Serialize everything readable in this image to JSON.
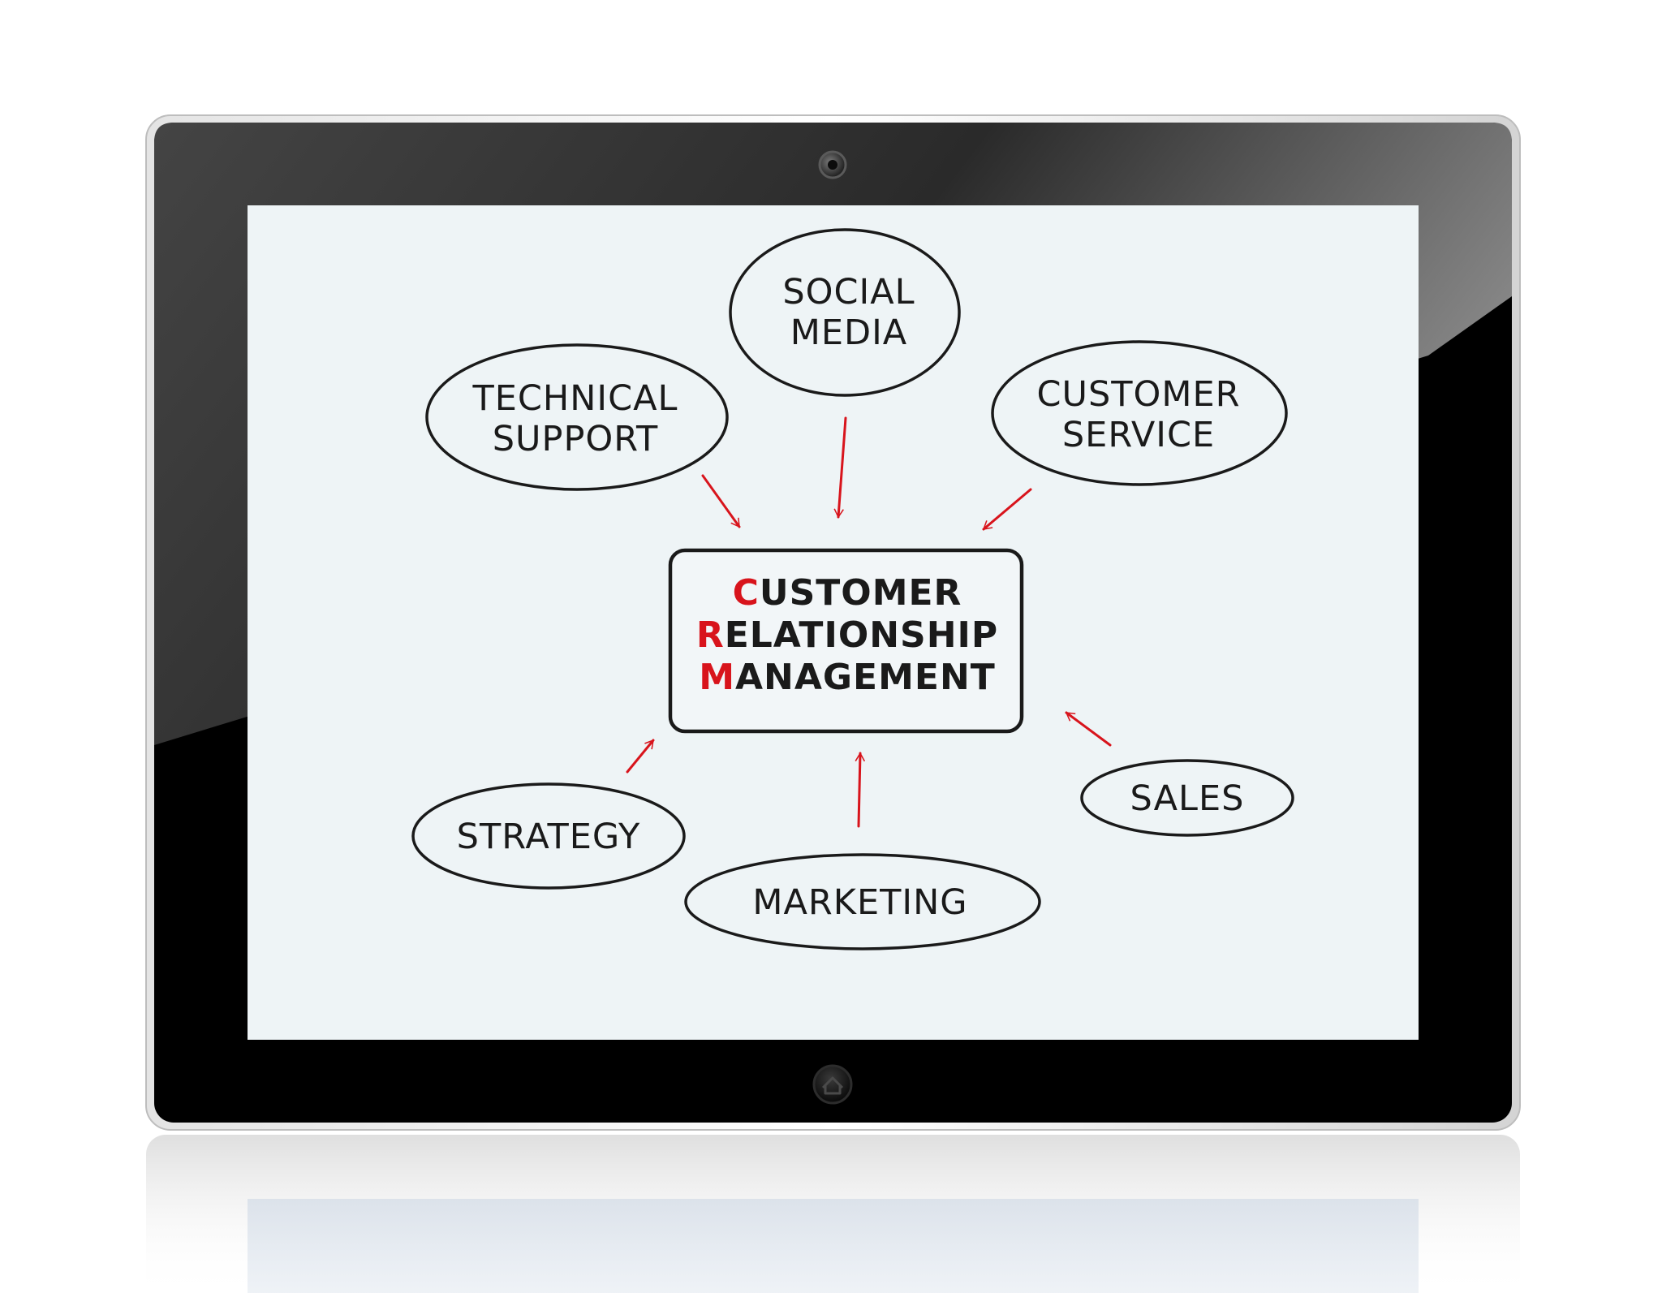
{
  "diagram": {
    "center": {
      "lines": [
        {
          "initial": "C",
          "rest": "USTOMER"
        },
        {
          "initial": "R",
          "rest": "ELATIONSHIP"
        },
        {
          "initial": "M",
          "rest": "ANAGEMENT"
        }
      ]
    },
    "nodes": [
      {
        "id": "social-media",
        "lines": [
          "SOCIAL",
          "MEDIA"
        ]
      },
      {
        "id": "technical-support",
        "lines": [
          "TECHNICAL",
          "SUPPORT"
        ]
      },
      {
        "id": "customer-service",
        "lines": [
          "CUSTOMER",
          "SERVICE"
        ]
      },
      {
        "id": "sales",
        "lines": [
          "SALES"
        ]
      },
      {
        "id": "strategy",
        "lines": [
          "STRATEGY"
        ]
      },
      {
        "id": "marketing",
        "lines": [
          "MARKETING"
        ]
      }
    ],
    "edges": [
      {
        "from": "social-media",
        "to": "center"
      },
      {
        "from": "technical-support",
        "to": "center"
      },
      {
        "from": "customer-service",
        "to": "center"
      },
      {
        "from": "sales",
        "to": "center"
      },
      {
        "from": "strategy",
        "to": "center"
      },
      {
        "from": "marketing",
        "to": "center"
      }
    ],
    "colors": {
      "ink": "#1a1a1a",
      "accent": "#d8141c",
      "screen": "#eef4f6",
      "bezel": "#000000"
    }
  }
}
